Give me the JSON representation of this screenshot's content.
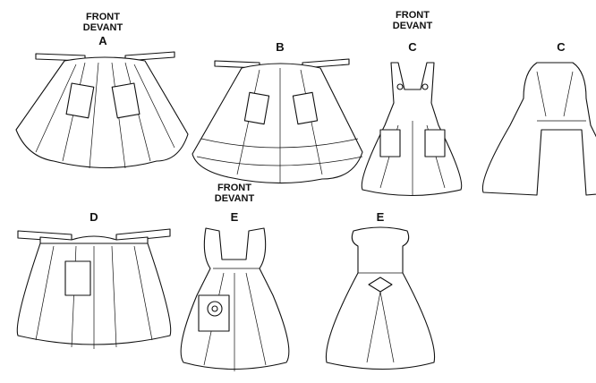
{
  "labels": {
    "front_a": "FRONT",
    "devant_a": "DEVANT",
    "view_a": "A",
    "view_b": "B",
    "front_c": "FRONT",
    "devant_c": "DEVANT",
    "view_c_front": "C",
    "view_c_back": "C",
    "front_e": "FRONT",
    "devant_e": "DEVANT",
    "view_d": "D",
    "view_e_front": "E",
    "view_e_back": "E"
  }
}
